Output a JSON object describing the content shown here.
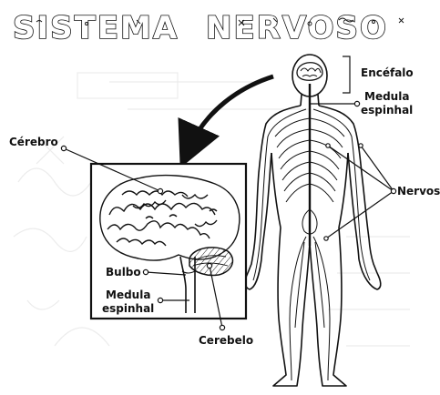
{
  "title": {
    "word1": "SISTEMA",
    "word2": "NERVOSO"
  },
  "labels": {
    "encefalo": "Encéfalo",
    "medula_top_1": "Medula",
    "medula_top_2": "espinhal",
    "cerebro": "Cérebro",
    "nervos": "Nervos",
    "bulbo": "Bulbo",
    "medula_bottom_1": "Medula",
    "medula_bottom_2": "espinhal",
    "cerebelo": "Cerebelo"
  },
  "colors": {
    "ink": "#111111",
    "paper": "#ffffff",
    "ghost": "#e9e9e9"
  }
}
